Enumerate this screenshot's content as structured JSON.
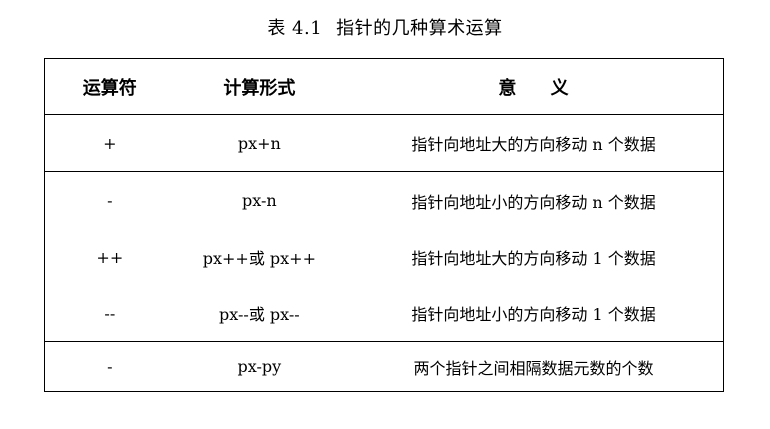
{
  "caption": {
    "number": "表 4.1",
    "title": "指针的几种算术运算"
  },
  "table": {
    "headers": [
      "运算符",
      "计算形式",
      "意 义"
    ],
    "rows": [
      {
        "op": "+",
        "form": "px+n",
        "meaning": "指针向地址大的方向移动 n 个数据"
      },
      {
        "op": "-",
        "form": "px-n",
        "meaning": "指针向地址小的方向移动 n 个数据"
      },
      {
        "op": "++",
        "form": "px++或 px++",
        "meaning": "指针向地址大的方向移动 1 个数据"
      },
      {
        "op": "--",
        "form": "px--或 px--",
        "meaning": "指针向地址小的方向移动 1 个数据"
      },
      {
        "op": "-",
        "form": "px-py",
        "meaning": "两个指针之间相隔数据元数的个数"
      }
    ]
  }
}
